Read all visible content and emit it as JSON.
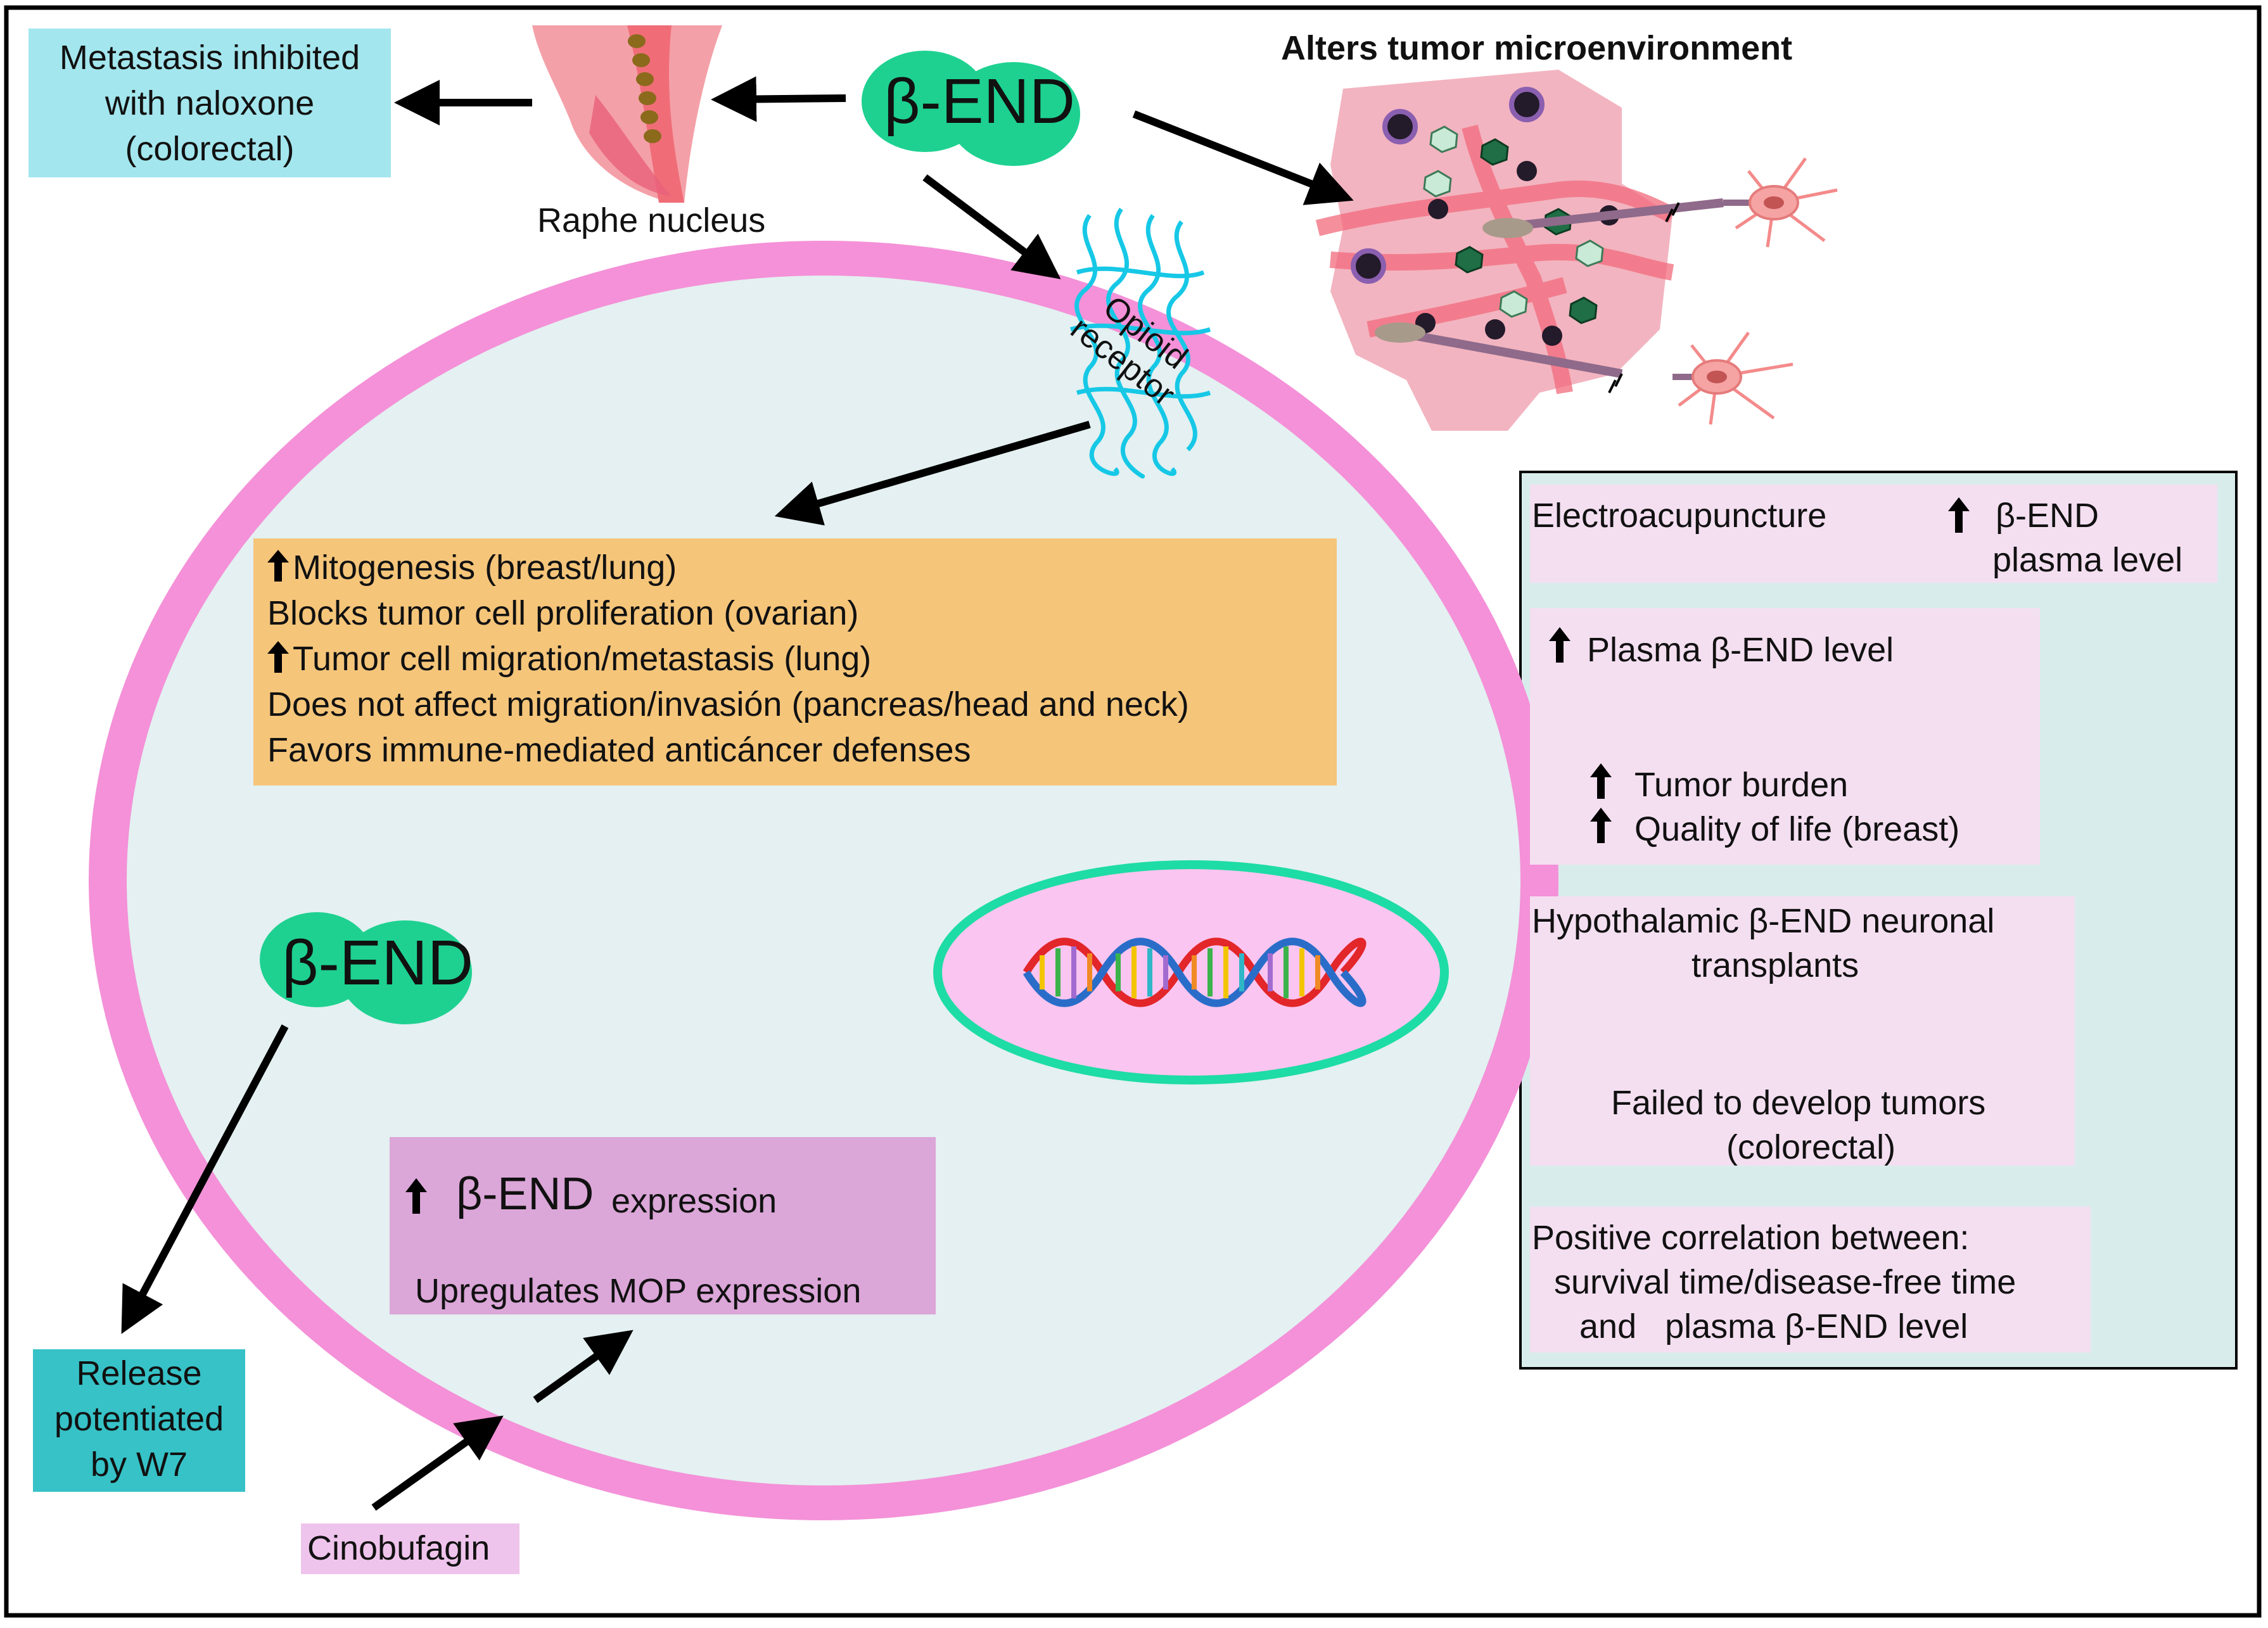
{
  "top": {
    "metastasis_box": [
      "Metastasis inhibited",
      "with naloxone",
      "(colorectal)"
    ],
    "raphe_label": "Raphe nucleus",
    "bend_top": "β-END",
    "microenv_label": "Alters tumor microenvironment"
  },
  "cell": {
    "receptor_label": [
      "Opioid",
      "receptor"
    ],
    "effects": [
      "Mitogenesis (breast/lung)",
      "Blocks tumor cell proliferation (ovarian)",
      "Tumor cell migration/metastasis (lung)",
      "Does not affect migration/invasión (pancreas/head and neck)",
      "Favors immune-mediated anticáncer defenses"
    ],
    "effects_up_arrow": [
      true,
      false,
      true,
      false,
      false
    ],
    "bend_inner": "β-END",
    "expression_box": {
      "bend": "β-END",
      "expression": "expression",
      "mop": "Upregulates MOP expression"
    }
  },
  "release_box": [
    "Release",
    "potentiated",
    "by W7"
  ],
  "cinobufagin": "Cinobufagin",
  "right_panel": {
    "electro": [
      "Electroacupuncture",
      "β-END",
      "plasma level"
    ],
    "plasma": {
      "title": "Plasma β-END level",
      "items": [
        "Tumor burden",
        "Quality of life (breast)"
      ]
    },
    "hypo": {
      "title": [
        "Hypothalamic β-END neuronal",
        "transplants"
      ],
      "result": [
        "Failed to develop tumors",
        "(colorectal)"
      ]
    },
    "correlation": [
      "Positive correlation between:",
      "survival time/disease-free time",
      "and   plasma β-END level"
    ]
  },
  "colors": {
    "cell_membrane": "#f491d8",
    "cytoplasm": "#e4f0f1",
    "bend_oval": "#1ed191",
    "effects_box": "#f5c57a",
    "metastasis_box": "#a3e6ee",
    "release_box": "#36c2c7",
    "expression_box": "#dba6d8",
    "cinobufagin_box": "#efc4ec",
    "right_panel": "#d9ecec",
    "right_subbox": "#f4dff1",
    "nucleus_fill": "#fac5f0",
    "nucleus_ring": "#1edca5"
  }
}
